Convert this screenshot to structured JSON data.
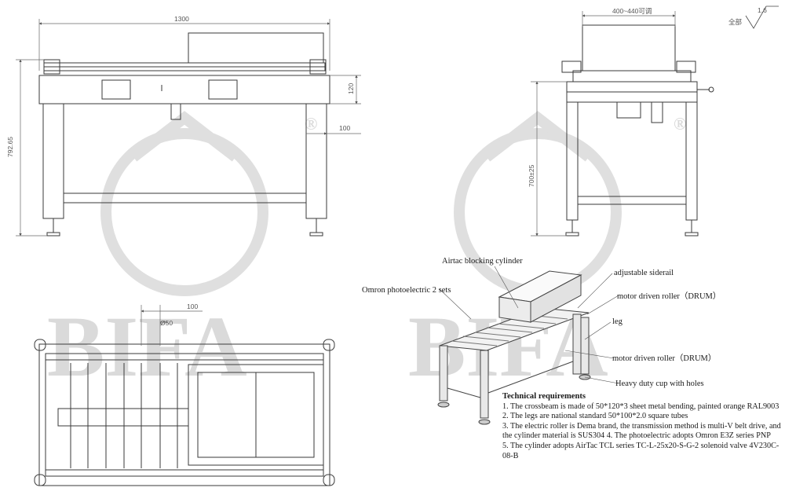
{
  "dimensions": {
    "front_width": "1300",
    "front_height": "792.65",
    "frame_depth": "120",
    "leg_offset": "100",
    "side_width": "400~440可调",
    "side_height": "700±25",
    "top_offset": "100",
    "roller_dia": "Ø50"
  },
  "surface_finish": {
    "value": "1.6",
    "label": "全部"
  },
  "watermark": {
    "text": "BIFA",
    "mark": "®"
  },
  "callouts": [
    {
      "id": "airtac",
      "text": "Airtac blocking cylinder"
    },
    {
      "id": "omron",
      "text": "Omron photoelectric 2 sets"
    },
    {
      "id": "siderail",
      "text": "adjustable siderail"
    },
    {
      "id": "roller1",
      "text": "motor driven roller（DRUM）"
    },
    {
      "id": "leg",
      "text": "leg"
    },
    {
      "id": "roller2",
      "text": "motor driven roller（DRUM）"
    },
    {
      "id": "cup",
      "text": "Heavy duty cup with holes"
    }
  ],
  "tech": {
    "title": "Technical requirements",
    "items": [
      "1. The crossbeam is made of 50*120*3 sheet metal bending, painted orange RAL9003",
      "2. The legs are national standard 50*100*2.0 square tubes",
      "3. The electric roller is Dema brand, the transmission method is multi-V belt drive, and the cylinder material is SUS304 4. The photoelectric adopts Omron E3Z series PNP",
      "5. The cylinder adopts AirTac TCL series TC-L-25x20-S-G-2 solenoid valve 4V230C-08-B"
    ]
  }
}
